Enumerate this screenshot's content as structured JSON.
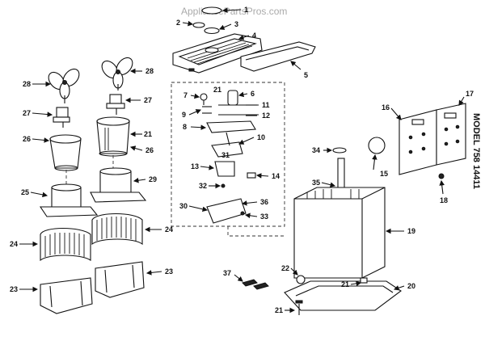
{
  "watermark": "AppliancePartsPros.com",
  "side_text": "MODEL 758 14411",
  "callouts": [
    "1",
    "2",
    "3",
    "4",
    "5",
    "6",
    "7",
    "8",
    "9",
    "10",
    "11",
    "12",
    "13",
    "14",
    "15",
    "16",
    "17",
    "18",
    "19",
    "20",
    "21",
    "21",
    "21",
    "21",
    "22",
    "23",
    "23",
    "24",
    "24",
    "25",
    "26",
    "26",
    "27",
    "27",
    "28",
    "28",
    "29",
    "30",
    "31",
    "32",
    "33",
    "34",
    "35",
    "36",
    "37"
  ]
}
